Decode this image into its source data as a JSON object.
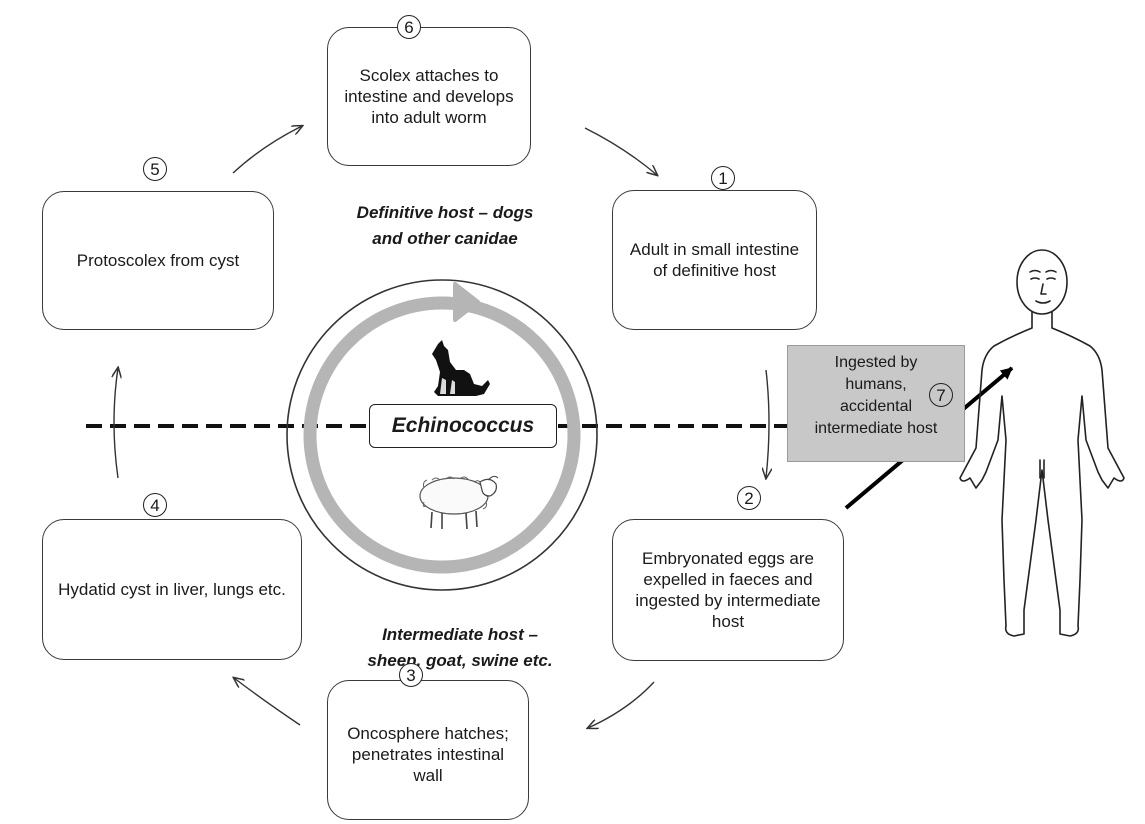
{
  "center_label": "Echinococcus",
  "definitive_host": {
    "line1": "Definitive host – dogs",
    "line2": "and other canidae"
  },
  "intermediate_host": {
    "line1": "Intermediate host –",
    "line2": "sheep, goat, swine etc."
  },
  "steps": [
    {
      "number": "1",
      "text": "Adult in small intestine of definitive host"
    },
    {
      "number": "2",
      "text": "Embryonated eggs are expelled in faeces and ingested by intermediate host"
    },
    {
      "number": "3",
      "text": "Oncosphere hatches; penetrates intestinal wall"
    },
    {
      "number": "4",
      "text": "Hydatid cyst in liver, lungs etc."
    },
    {
      "number": "5",
      "text": "Protoscolex from cyst"
    },
    {
      "number": "6",
      "text": "Scolex attaches to intestine and develops into adult worm"
    }
  ],
  "human": {
    "number": "7",
    "line1": "Ingested by",
    "line2": "humans,",
    "line3": "accidental",
    "line4": "intermediate host"
  },
  "colors": {
    "cycle_ring": "#b5b5b5",
    "gray_box": "#c8c8c8"
  },
  "icons": [
    "dog-icon",
    "sheep-icon",
    "human-figure-icon"
  ]
}
